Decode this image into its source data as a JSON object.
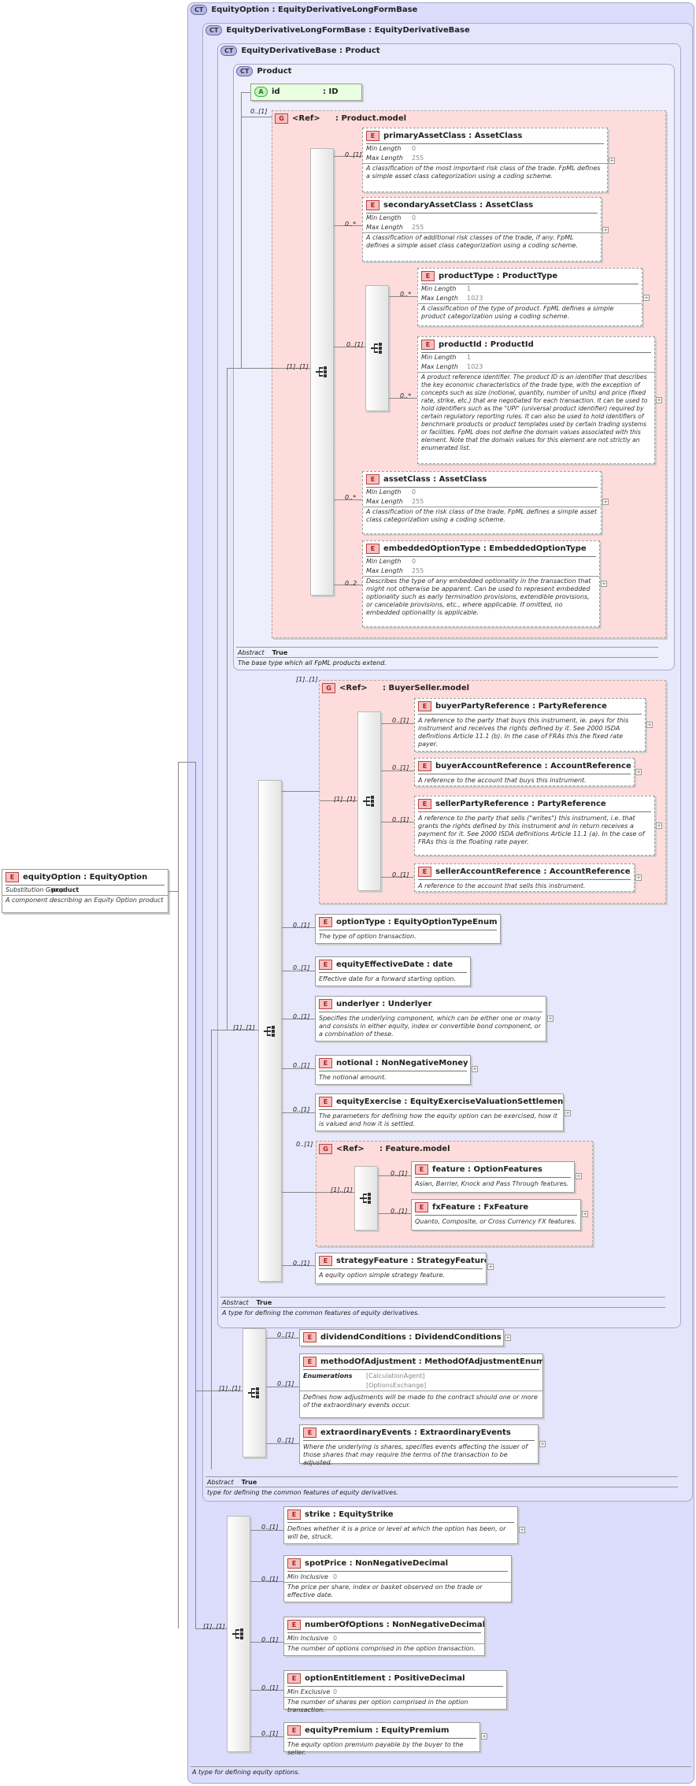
{
  "root": {
    "name": "equityOption : EquityOption",
    "facet_label": "Substitution Group",
    "facet_value": "product",
    "desc": "A component describing an Equity Option product"
  },
  "ct1": {
    "badge": "CT",
    "title": "EquityOption : EquityDerivativeLongFormBase",
    "footer": "A type for defining equity options."
  },
  "ct2": {
    "badge": "CT",
    "title": "EquityDerivativeLongFormBase : EquityDerivativeBase",
    "abstract_label": "Abstract",
    "abstract_value": "True",
    "footer": "type for defining the common features of equity derivatives."
  },
  "ct3": {
    "badge": "CT",
    "title": "EquityDerivativeBase : Product",
    "abstract_label": "Abstract",
    "abstract_value": "True",
    "footer": "A type for defining the common features of equity derivatives."
  },
  "ct4": {
    "badge": "CT",
    "title": "Product",
    "abstract_label": "Abstract",
    "abstract_value": "True",
    "footer": "The base type which all FpML products extend."
  },
  "attr_id": {
    "badge": "A",
    "name": "id",
    "type": ": ID"
  },
  "groups": [
    {
      "badge": "G",
      "ref": "<Ref>",
      "name": ": Product.model"
    },
    {
      "badge": "G",
      "ref": "<Ref>",
      "name": ": BuyerSeller.model"
    },
    {
      "badge": "G",
      "ref": "<Ref>",
      "name": ": Feature.model"
    }
  ],
  "facets": {
    "minlen": "Min Length",
    "maxlen": "Max Length",
    "enum": "Enumerations",
    "mininc": "Min Inclusive",
    "minexc": "Min Exclusive"
  },
  "elements": {
    "primaryAssetClass": {
      "name": "primaryAssetClass : AssetClass",
      "f": [
        "0",
        "255"
      ],
      "desc": "A classification of the most important risk class of the trade. FpML defines a simple asset class categorization using a coding scheme."
    },
    "secondaryAssetClass": {
      "name": "secondaryAssetClass : AssetClass",
      "f": [
        "0",
        "255"
      ],
      "desc": "A classification of additional risk classes of the trade, if any. FpML defines a simple asset class categorization using a coding scheme."
    },
    "productType": {
      "name": "productType : ProductType",
      "f": [
        "1",
        "1023"
      ],
      "desc": "A classification of the type of product. FpML defines a simple product categorization using a coding scheme."
    },
    "productId": {
      "name": "productId : ProductId",
      "f": [
        "1",
        "1023"
      ],
      "desc": "A product reference identifier. The product ID is an identifier that describes the key economic characteristics of the trade type, with the exception of concepts such as size (notional, quantity, number of units) and price (fixed rate, strike, etc.) that are negotiated for each transaction. It can be used to hold identifiers such as the \"UPI\" (universal product identifier) required by certain regulatory reporting rules. It can also be used to hold identifiers of benchmark products or product templates used by certain trading systems or facilities. FpML does not define the domain values associated with this element. Note that the domain values for this element are not strictly an enumerated list."
    },
    "assetClass": {
      "name": "assetClass : AssetClass",
      "f": [
        "0",
        "255"
      ],
      "desc": "A classification of the risk class of the trade. FpML defines a simple asset class categorization using a coding scheme."
    },
    "embeddedOptionType": {
      "name": "embeddedOptionType : EmbeddedOptionType",
      "f": [
        "0",
        "255"
      ],
      "desc": "Describes the type of any embedded optionality in the transaction that might not otherwise be apparent. Can be used to represent embedded optionality such as early termination provisions, extendible provisions, or cancelable provisions, etc., where applicable. If omitted, no embedded optionality is applicable."
    },
    "buyerPartyReference": {
      "name": "buyerPartyReference : PartyReference",
      "desc": "A reference to the party that buys this instrument, ie. pays for this instrument and receives the rights defined by it. See 2000 ISDA definitions Article 11.1 (b). In the case of FRAs this the fixed rate payer."
    },
    "buyerAccountReference": {
      "name": "buyerAccountReference : AccountReference",
      "desc": "A reference to the account that buys this instrument."
    },
    "sellerPartyReference": {
      "name": "sellerPartyReference : PartyReference",
      "desc": "A reference to the party that sells (\"writes\") this instrument, i.e. that grants the rights defined by this instrument and in return receives a payment for it. See 2000 ISDA definitions Article 11.1 (a). In the case of FRAs this is the floating rate payer."
    },
    "sellerAccountReference": {
      "name": "sellerAccountReference : AccountReference",
      "desc": "A reference to the account that sells this instrument."
    },
    "optionType": {
      "name": "optionType : EquityOptionTypeEnum",
      "desc": "The type of option transaction."
    },
    "equityEffectiveDate": {
      "name": "equityEffectiveDate : date",
      "desc": "Effective date for a forward starting option."
    },
    "underlyer": {
      "name": "underlyer : Underlyer",
      "desc": "Specifies the underlying component, which can be either one or many and consists in either equity, index or convertible bond component, or a combination of these."
    },
    "notional": {
      "name": "notional   : NonNegativeMoney",
      "desc": "The notional amount."
    },
    "equityExercise": {
      "name": "equityExercise : EquityExerciseValuationSettlement",
      "desc": "The parameters for defining how the equity option can be exercised, how it is valued and how it is settled."
    },
    "feature": {
      "name": "feature    : OptionFeatures",
      "desc": "Asian, Barrier, Knock and Pass Through features."
    },
    "fxFeature": {
      "name": "fxFeature : FxFeature",
      "desc": "Quanto, Composite, or Cross Currency FX features."
    },
    "strategyFeature": {
      "name": "strategyFeature : StrategyFeature",
      "desc": "A equity option simple strategy feature."
    },
    "dividendConditions": {
      "name": "dividendConditions : DividendConditions"
    },
    "methodOfAdjustment": {
      "name": "methodOfAdjustment : MethodOfAdjustmentEnum",
      "enums": "[CalculationAgent]",
      "enums2": "[OptionsExchange]",
      "desc": "Defines how adjustments will be made to the contract should one or more of the extraordinary events occur."
    },
    "extraordinaryEvents": {
      "name": "extraordinaryEvents : ExtraordinaryEvents",
      "desc": "Where the underlying is shares, specifies events affecting the issuer of those shares that may require the terms of the transaction to be adjusted."
    },
    "strike": {
      "name": "strike      : EquityStrike",
      "desc": "Defines whether it is a price or level at which the option has been, or will be, struck."
    },
    "spotPrice": {
      "name": "spotPrice : NonNegativeDecimal",
      "f": [
        "0"
      ],
      "desc": "The price per share, index or basket observed on the trade or effective date."
    },
    "numberOfOptions": {
      "name": "numberOfOptions : NonNegativeDecimal",
      "f": [
        "0"
      ],
      "desc": "The number of options comprised in the option transaction."
    },
    "optionEntitlement": {
      "name": "optionEntitlement : PositiveDecimal",
      "f": [
        "0"
      ],
      "desc": "The number of shares per option comprised in the option transaction."
    },
    "equityPremium": {
      "name": "equityPremium : EquityPremium",
      "desc": "The equity option premium payable by the buyer to the seller."
    }
  },
  "cards": {
    "c01": "0..[1]",
    "c02": "0..*",
    "c03": "0..[1]",
    "c04": "0..*",
    "c05": "0..*",
    "c06": "0..*",
    "c07": "0..2",
    "c08": "[1]..[1]",
    "c09": "0..[1]",
    "c10": "[1]..[1]",
    "c11": "0..[1]",
    "c12": "0..[1]",
    "c13": "0..[1]",
    "c14": "0..[1]",
    "c15": "[1]..[1]",
    "c16": "[1]..[1]",
    "c17": "0..[1]",
    "c18": "0..[1]",
    "c19": "0..[1]",
    "c20": "0..[1]",
    "c21": "0..[1]",
    "c22": "0..[1]",
    "c23": "[1]..[1]",
    "c24": "0..[1]",
    "c25": "0..[1]",
    "c26": "0..[1]",
    "c27": "0..[1]",
    "c28": "[1]..[1]",
    "c29": "0..[1]",
    "c30": "0..[1]",
    "c31": "0..[1]",
    "c32": "[1]..[1]",
    "c33": "0..[1]",
    "c34": "0..[1]",
    "c35": "0..[1]",
    "c36": "0..[1]",
    "c37": "0..[1]",
    "c38": "[1]..[1]"
  },
  "colors": {
    "ct_fill": "#dcdcfc",
    "ct_fill_inner": "#ececfc",
    "group_fill": "#ffdcdc",
    "element_badge": "#f6c0c0"
  }
}
